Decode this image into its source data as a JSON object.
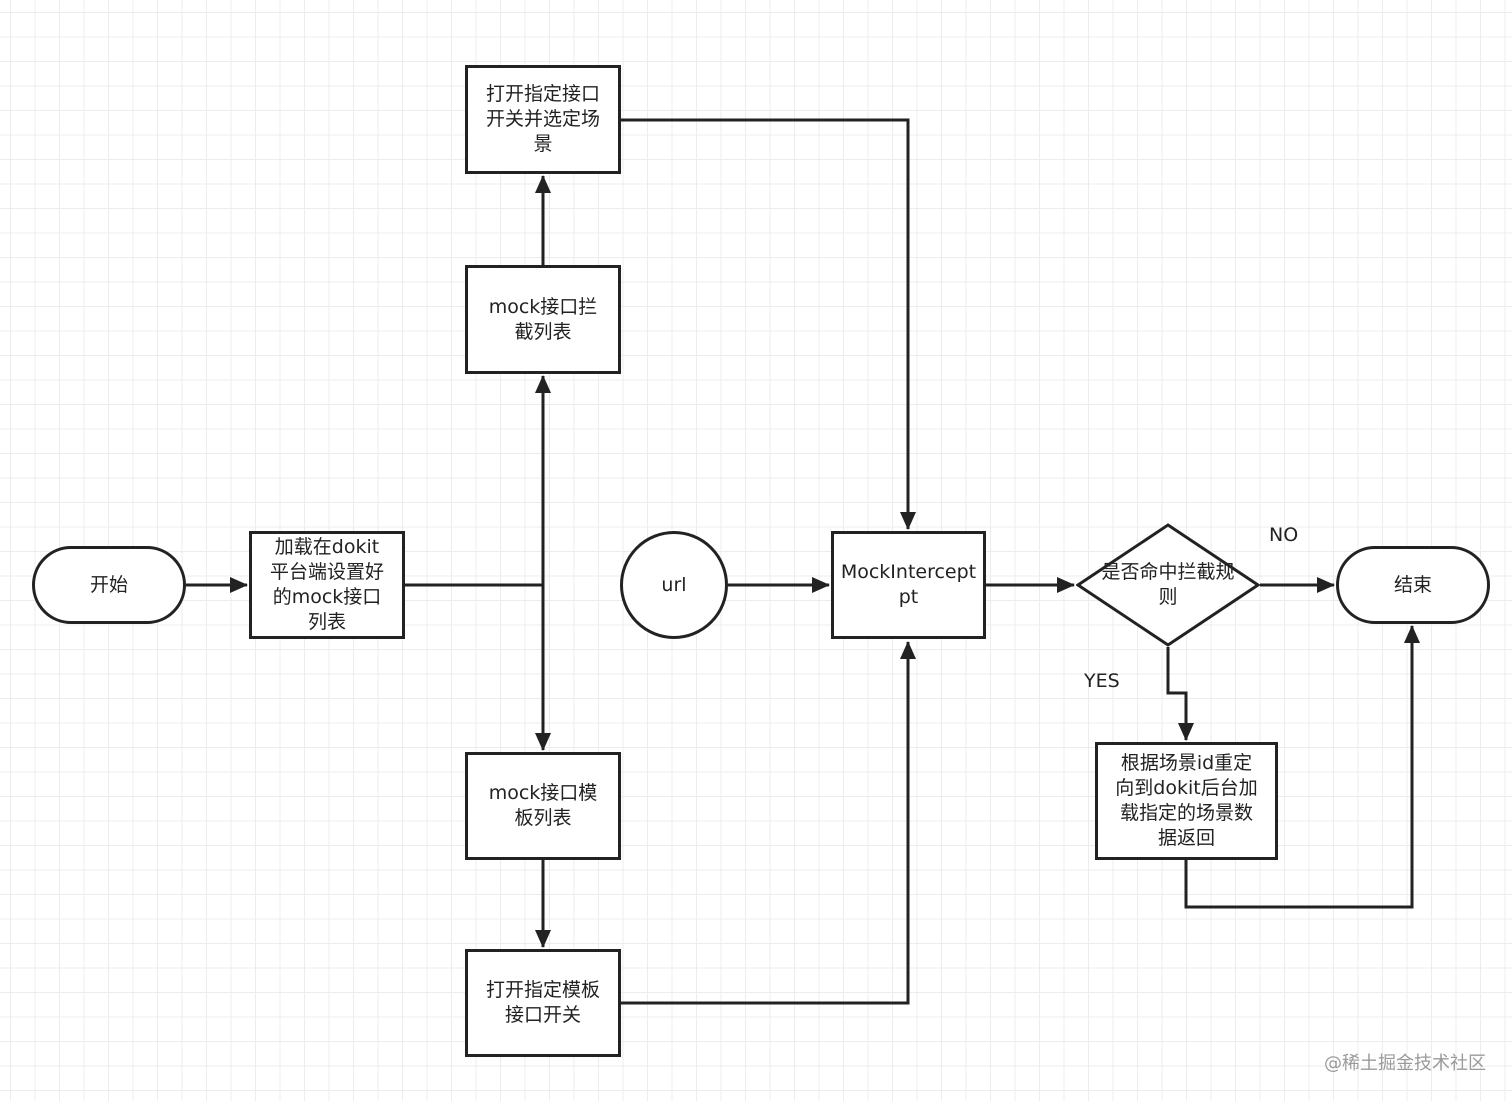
{
  "nodes": {
    "start": "开始",
    "load_list": "加载在dokit\n平台端设置好\n的mock接口\n列表",
    "open_interface_switch": "打开指定接口\n开关并选定场\n景",
    "mock_intercept_list": "mock接口拦\n截列表",
    "mock_template_list": "mock接口模\n板列表",
    "open_template_switch": "打开指定模板\n接口开关",
    "url": "url",
    "mock_interceptor": "MockIntercept\npt",
    "decision": "是否命中拦截规\n则",
    "end": "结束",
    "redirect": "根据场景id重定\n向到dokit后台加\n载指定的场景数\n据返回"
  },
  "edge_labels": {
    "no": "NO",
    "yes": "YES"
  },
  "watermark": "@稀土掘金技术社区"
}
